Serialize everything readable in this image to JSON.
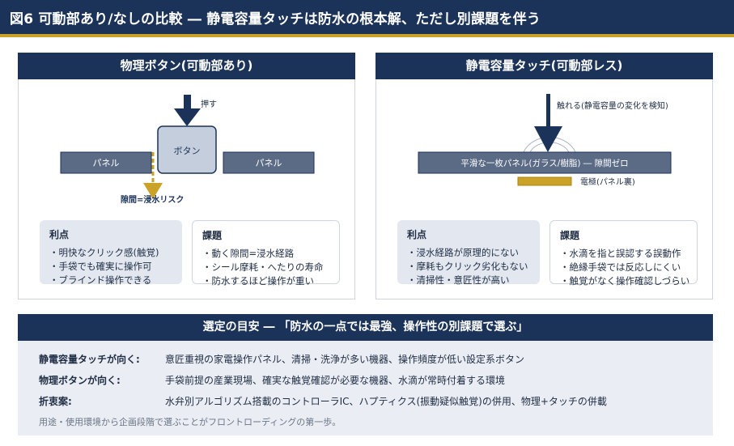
{
  "header": {
    "title": "図6 可動部あり/なしの比較 ― 静電容量タッチは防水の根本解、ただし別課題を伴う"
  },
  "left_panel": {
    "title": "物理ボタン(可動部あり)",
    "diagram": {
      "press_label": "押す",
      "button_label": "ボタン",
      "panel_left_label": "パネル",
      "panel_right_label": "パネル",
      "gap_label": "隙間=浸水リスク"
    },
    "pros": {
      "title": "利点",
      "items": [
        "・明快なクリック感(触覚)",
        "・手袋でも確実に操作可",
        "・ブラインド操作できる"
      ]
    },
    "cons": {
      "title": "課題",
      "items": [
        "・動く隙間=浸水経路",
        "・シール摩耗・へたりの寿命",
        "・防水するほど操作が重い"
      ]
    }
  },
  "right_panel": {
    "title": "静電容量タッチ(可動部レス)",
    "diagram": {
      "touch_label": "触れる(静電容量の変化を検知)",
      "surface_label": "平滑な一枚パネル(ガラス/樹脂) ― 隙間ゼロ",
      "electrode_label": "電極(パネル裏)"
    },
    "pros": {
      "title": "利点",
      "items": [
        "・浸水経路が原理的にない",
        "・摩耗もクリック劣化もない",
        "・清掃性・意匠性が高い"
      ]
    },
    "cons": {
      "title": "課題",
      "items": [
        "・水滴を指と誤認する誤動作",
        "・絶縁手袋では反応しにくい",
        "・触覚がなく操作確認しづらい"
      ]
    }
  },
  "bottom": {
    "title": "選定の目安 ― 「防水の一点では最強、操作性の別課題で選ぶ」",
    "rows": [
      {
        "label": "静電容量タッチが向く:",
        "text": "意匠重視の家電操作パネル、清掃・洗浄が多い機器、操作頻度が低い設定系ボタン"
      },
      {
        "label": "物理ボタンが向く:",
        "text": "手袋前提の産業現場、確実な触覚確認が必要な機器、水滴が常時付着する環境"
      },
      {
        "label": "折衷案:",
        "text": "水弁別アルゴリズム搭載のコントローラIC、ハプティクス(振動疑似触覚)の併用、物理+タッチの併載"
      }
    ],
    "footnote": "用途・使用環境から企画段階で選ぶことがフロントローディングの第一歩。"
  },
  "colors": {
    "navy": "#1b3259",
    "gold": "#c9a227",
    "slate": "#5b6b86",
    "button_fill": "#c5cedd",
    "light_fill": "#e3e8f0"
  }
}
